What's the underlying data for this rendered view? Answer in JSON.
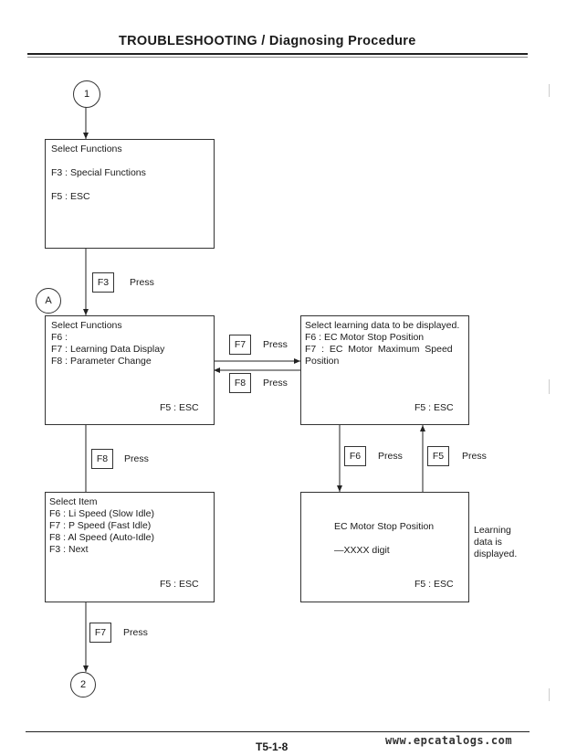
{
  "header": {
    "title": "TROUBLESHOOTING / Diagnosing Procedure"
  },
  "footer": {
    "page_number": "T5-1-8",
    "watermark": "www.epcatalogs.com"
  },
  "connectors": {
    "start": "1",
    "loop": "A",
    "end": "2"
  },
  "box1": {
    "line1": "Select Functions",
    "line2": "F3 : Special Functions",
    "line3": "F5 : ESC"
  },
  "step_f3": {
    "key": "F3",
    "action": "Press"
  },
  "box2": {
    "line1": "Select Functions",
    "line2": "F6 :",
    "line3": "F7 : Learning Data Display",
    "line4": "F8 : Parameter Change",
    "esc": "F5 : ESC"
  },
  "step_f7_right": {
    "key": "F7",
    "action": "Press"
  },
  "step_f8_left": {
    "key": "F8",
    "action": "Press"
  },
  "box3": {
    "line1": "Select learning data to be displayed.",
    "line2": "F6 : EC Motor Stop Position",
    "line3": "F7  :  EC  Motor  Maximum  Speed",
    "line4": "Position",
    "esc": "F5 : ESC"
  },
  "step_f6_down": {
    "key": "F6",
    "action": "Press"
  },
  "step_f5_up": {
    "key": "F5",
    "action": "Press"
  },
  "step_f8_down": {
    "key": "F8",
    "action": "Press"
  },
  "box4": {
    "line1": "Select Item",
    "line2": "F6 : Li Speed (Slow Idle)",
    "line3": "F7 : P Speed (Fast Idle)",
    "line4": "F8 : Al Speed (Auto-Idle)",
    "line5": "F3 : Next",
    "esc": "F5 : ESC"
  },
  "box5": {
    "line1": "EC Motor Stop Position",
    "line2": "—XXXX digit",
    "esc": "F5 : ESC"
  },
  "note": {
    "line1": "Learning",
    "line2": "data is",
    "line3": "displayed."
  },
  "step_f7_down": {
    "key": "F7",
    "action": "Press"
  }
}
